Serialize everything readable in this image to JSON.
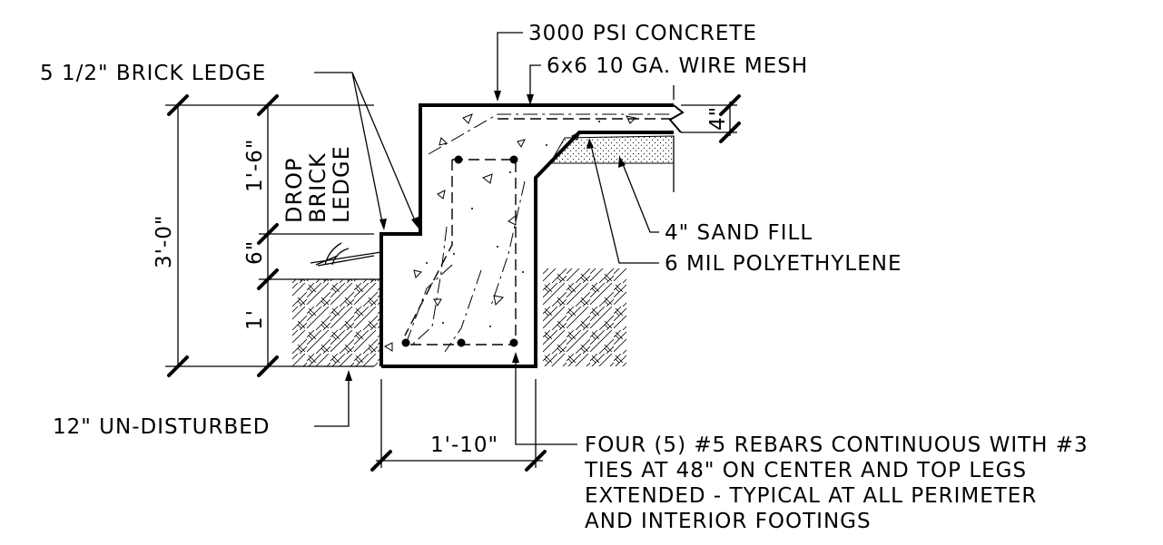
{
  "labels": {
    "concrete": "3000 PSI CONCRETE",
    "mesh": "6x6 10 GA. WIRE MESH",
    "brick_ledge": "5 1/2\" BRICK LEDGE",
    "sand_fill": "4\" SAND FILL",
    "poly": "6 MIL POLYETHYLENE",
    "undisturbed": "12\" UN-DISTURBED",
    "drop_ledge": [
      "DROP",
      "BRICK",
      "LEDGE"
    ],
    "rebar_note": [
      "FOUR (5) #5 REBARS CONTINUOUS WITH #3",
      "TIES AT 48\" ON CENTER AND TOP LEGS",
      "EXTENDED - TYPICAL AT ALL PERIMETER",
      "AND INTERIOR FOOTINGS"
    ]
  },
  "dimensions": {
    "overall_height": "3'-0\"",
    "upper": "1'-6\"",
    "middle": "6\"",
    "lower": "1'",
    "slab": "4\"",
    "width": "1'-10\""
  }
}
